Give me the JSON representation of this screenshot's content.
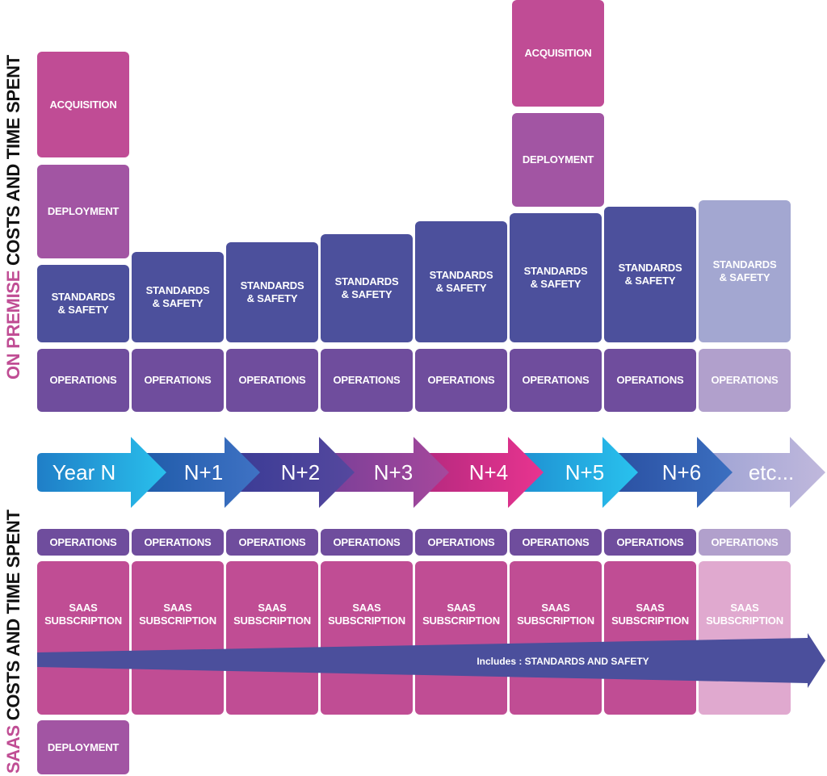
{
  "labels": {
    "on_premise_prefix": "ON PREMISE",
    "on_premise_suffix": " COSTS AND TIME SPENT",
    "saas_prefix": "SAAS",
    "saas_suffix": " COSTS AND TIME SPENT"
  },
  "timeline": [
    "Year N",
    "N+1",
    "N+2",
    "N+3",
    "N+4",
    "N+5",
    "N+6",
    "etc..."
  ],
  "on_premise": {
    "acquisition": "ACQUISITION",
    "deployment": "DEPLOYMENT",
    "standards": "STANDARDS\n& SAFETY",
    "operations": "OPERATIONS"
  },
  "saas": {
    "operations": "OPERATIONS",
    "subscription": "SAAS\nSUBSCRIPTION",
    "deployment": "DEPLOYMENT",
    "includes": "Includes : STANDARDS AND SAFETY"
  },
  "colors": {
    "acquisition": "#c04c95",
    "deployment": "#a255a3",
    "standards": "#4c509c",
    "operations": "#6f4d9d",
    "subscription": "#c04d94",
    "includes_arrow": "#4b4f9c"
  }
}
